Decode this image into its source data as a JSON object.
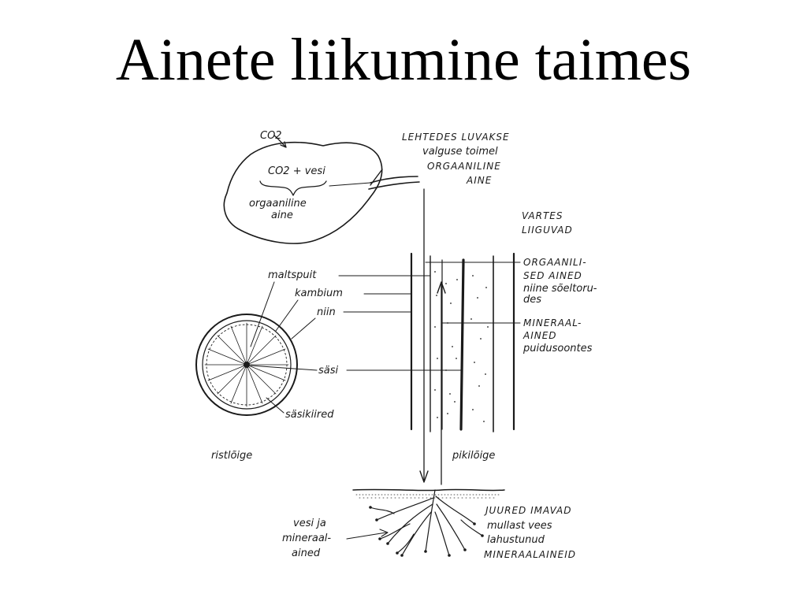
{
  "slide": {
    "title": "Ainete liikumine taimes"
  },
  "leaf": {
    "co2_label": "CO2",
    "equation": "CO2 + vesi",
    "product_line1": "orgaaniline",
    "product_line2": "aine"
  },
  "top_note": {
    "line1": "LEHTEDES LUVAKSE",
    "line2": "valguse toimel",
    "line3": "ORGAANILINE",
    "line4": "AINE"
  },
  "stem_note": {
    "line1": "VARTES",
    "line2": "LIIGUVAD"
  },
  "organic_note": {
    "line1": "ORGAANILI-",
    "line2": "SED AINED",
    "line3": "niine sõeltoru-",
    "line4": "des"
  },
  "mineral_note": {
    "line1": "MINERAAL-",
    "line2": "AINED",
    "line3": "puidusoontes"
  },
  "cross_section_labels": {
    "maltspuit": "maltspuit",
    "kambium": "kambium",
    "niin": "niin",
    "sasi": "säsi",
    "sasikiired": "säsikiired",
    "ristloige": "ristlõige",
    "pikiloige": "pikilõige"
  },
  "roots_left": {
    "line1": "vesi ja",
    "line2": "mineraal-",
    "line3": "ained"
  },
  "roots_right": {
    "line1": "JUURED IMAVAD",
    "line2": "mullast vees",
    "line3": "lahustunud",
    "line4": "MINERAALAINEID"
  }
}
